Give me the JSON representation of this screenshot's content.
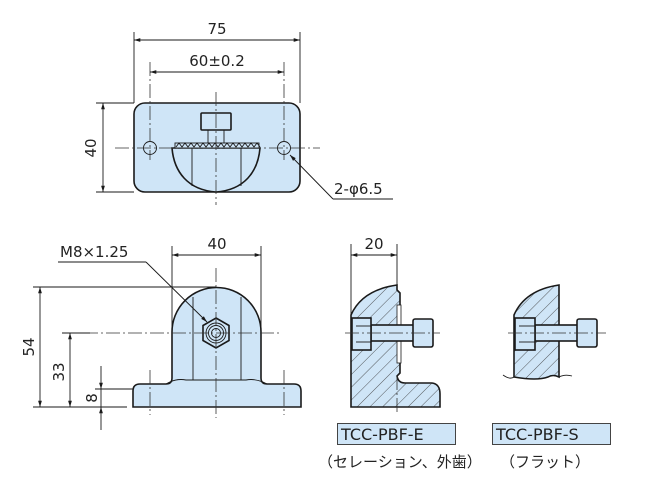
{
  "top_view": {
    "width_dim": "75",
    "hole_pitch_dim": "60±0.2",
    "height_dim": "40",
    "hole_callout": "2-φ6.5"
  },
  "front_view": {
    "thread_callout": "M8×1.25",
    "width_dim": "40",
    "height_dim": "54",
    "center_height_dim": "33",
    "base_thickness_dim": "8"
  },
  "side_view_e": {
    "depth_dim": "20",
    "model": "TCC-PBF-E",
    "description": "（セレーション、外歯）"
  },
  "side_view_s": {
    "model": "TCC-PBF-S",
    "description": "（フラット）"
  },
  "colors": {
    "part_fill": "#cfe5f7",
    "line": "#1a1a1a"
  }
}
